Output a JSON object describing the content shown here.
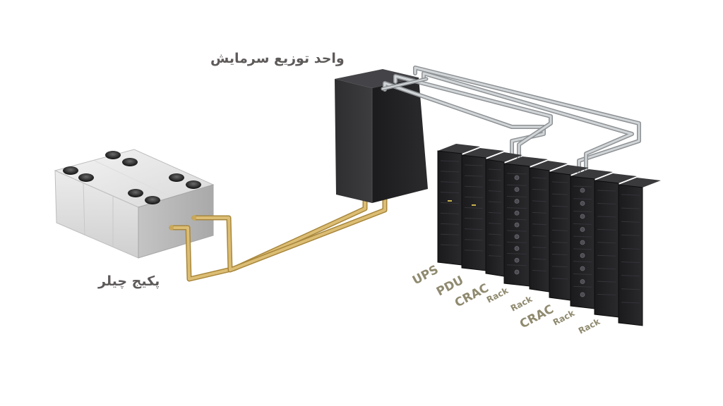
{
  "labels": {
    "cooling_distribution_unit": "واحد توزیع سرمایش",
    "packaged_chiller": "پکیج چیلر"
  },
  "rack_labels": [
    {
      "text": "UPS",
      "size": "big"
    },
    {
      "text": "PDU",
      "size": "big"
    },
    {
      "text": "CRAC",
      "size": "big"
    },
    {
      "text": "Rack",
      "size": "small"
    },
    {
      "text": "Rack",
      "size": "small"
    },
    {
      "text": "CRAC",
      "size": "big"
    },
    {
      "text": "Rack",
      "size": "small"
    },
    {
      "text": "Rack",
      "size": "small"
    }
  ],
  "colors": {
    "label_text": "#5e5a5a",
    "rack_label_text": "#8f8a6f",
    "chiller_pipe": "#d8b86c",
    "silver_pipe": "#c9ccce",
    "rack_body": "#1d1d1f",
    "cdu_body": "#2a2a2c"
  }
}
